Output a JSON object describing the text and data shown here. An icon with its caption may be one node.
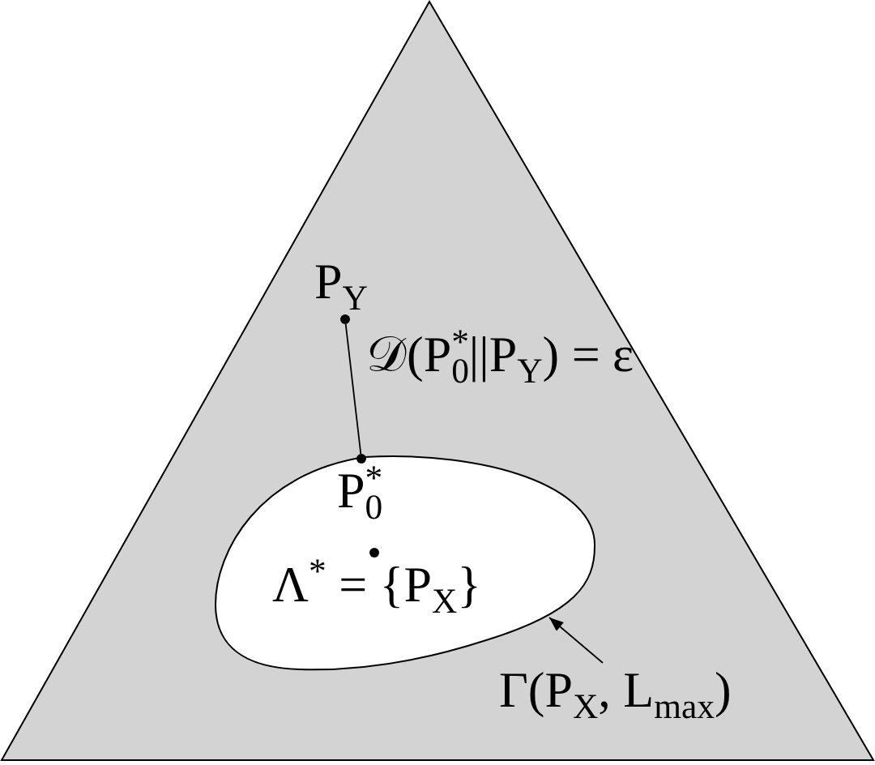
{
  "diagram": {
    "nodes": [
      {
        "text": [],
        "shape": "triangle"
      },
      {
        "text": [
          "P$_{Y}$"
        ],
        "in": 0
      },
      {
        "text": [
          "P$_{0}$$^{*}$"
        ],
        "in": 0
      },
      {
        "text": [],
        "shape": "oval",
        "in": 0
      },
      {
        "text": [
          "Λ$^{*}$ = {P$_{X}$}"
        ],
        "in": 3
      },
      {
        "text": [
          "Γ(P$_{X}$, L$_{max}$)"
        ],
        "in": 0
      }
    ],
    "edges": [
      {
        "from": 1,
        "to": 2,
        "arrow": "none",
        "label": "𝒟(P$_{0}$$^{*}$||P$_{Y}$) = ε"
      },
      {
        "from": 5,
        "to": 3,
        "arrow": "to"
      }
    ]
  }
}
